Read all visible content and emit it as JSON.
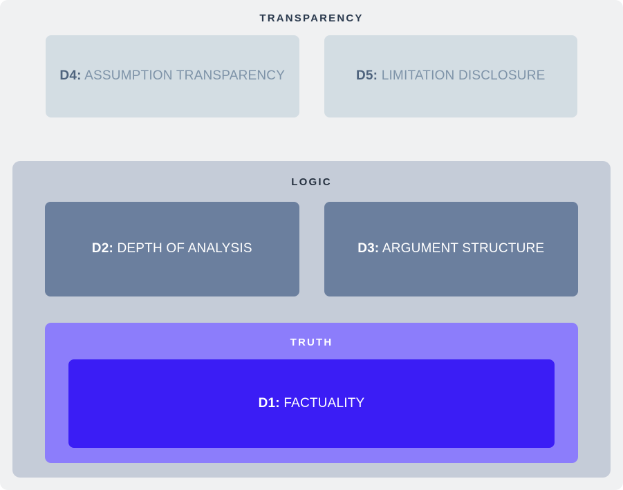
{
  "diagram": {
    "tiers": [
      {
        "id": "transparency",
        "title": "TRANSPARENCY",
        "band_color": "#F0F1F2",
        "cards": [
          {
            "tag": "D4:",
            "label": "ASSUMPTION TRANSPARENCY",
            "color": "#D3DDE3"
          },
          {
            "tag": "D5:",
            "label": "LIMITATION DISCLOSURE",
            "color": "#D3DDE3"
          }
        ]
      },
      {
        "id": "logic",
        "title": "LOGIC",
        "band_color": "#C5CCD8",
        "cards": [
          {
            "tag": "D2:",
            "label": "DEPTH OF ANALYSIS",
            "color": "#6B7F9E"
          },
          {
            "tag": "D3:",
            "label": "ARGUMENT STRUCTURE",
            "color": "#6B7F9E"
          }
        ]
      },
      {
        "id": "truth",
        "title": "TRUTH",
        "band_color": "#8C7DFB",
        "cards": [
          {
            "tag": "D1:",
            "label": "FACTUALITY",
            "color": "#3B1DF5"
          }
        ]
      }
    ]
  }
}
